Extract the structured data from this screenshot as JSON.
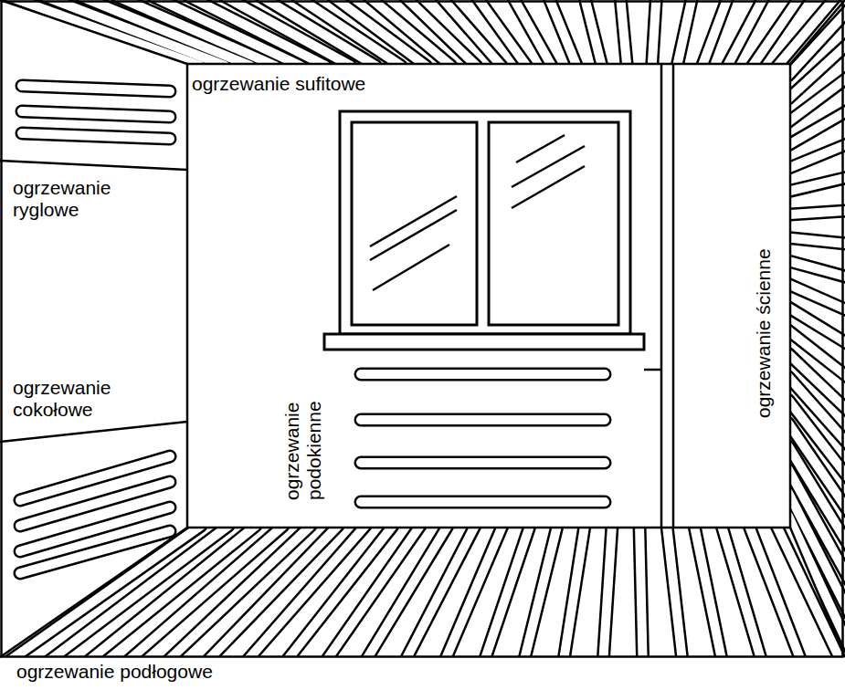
{
  "diagram": {
    "labels": [
      "ogrzewanie sufitowe",
      "ogrzewanie ryglowe",
      "ogrzewanie cokołowe",
      "ogrzewanie podokienne",
      "ogrzewanie ścienne",
      "ogrzewanie podłogowe"
    ]
  }
}
